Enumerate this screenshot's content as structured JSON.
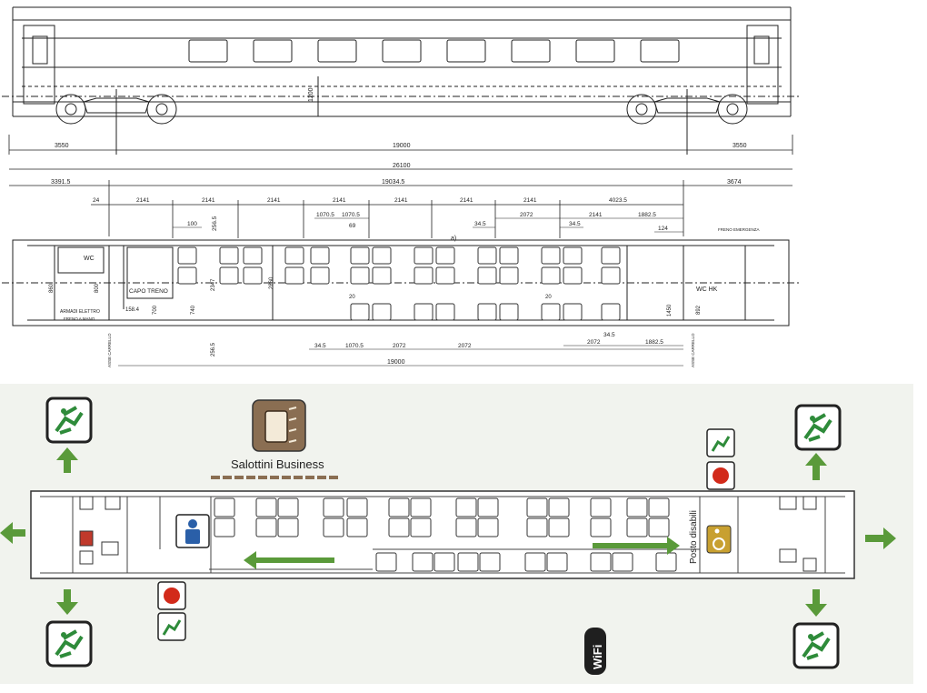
{
  "technical_drawing": {
    "side_view": {
      "height_label": "1200"
    },
    "dims_row1": [
      "3550",
      "19000",
      "3550"
    ],
    "overall_length": "26100",
    "dims_row2": [
      "3391.5",
      "19034.5",
      "3674"
    ],
    "dims_row3": [
      "24",
      "2141",
      "2141",
      "2141",
      "2141",
      "2141",
      "2141",
      "2141",
      "4023.5"
    ],
    "dims_row4": [
      "100",
      "256.5",
      "1070.5",
      "1070.5",
      "69",
      "34.5",
      "2072",
      "2141",
      "1882.5",
      "34.5",
      "124"
    ],
    "plan_labels": {
      "wc": "WC",
      "capo_treno": "CAPO TRENO",
      "armadi": "ARMADI ELETTRO",
      "freno": "FRENO A MANO",
      "wc_hk": "WC HK",
      "freno_emergenza": "FRENO EMERGENZA",
      "asse_left": "ASSE CARRELLO",
      "asse_right": "ASSE CARRELLO",
      "a_mark": "a)"
    },
    "plan_dims": [
      "860",
      "800",
      "158.4",
      "700",
      "740",
      "2347",
      "2860",
      "20",
      "20",
      "1450",
      "892",
      "256.5"
    ],
    "dims_bottom": [
      "34.5",
      "1070.5",
      "2072",
      "2072",
      "2072",
      "34.5",
      "1882.5"
    ],
    "bottom_total": "19000"
  },
  "passenger_plan": {
    "business_label": "Salottini Business",
    "posto_disabili": "Posto disabili",
    "wifi_label": "WiFi",
    "colors": {
      "arrow_green": "#5a9a3a",
      "alarm_red": "#d22a1a",
      "icon_brown": "#8a6e52",
      "exit_green": "#2e8b3a",
      "background": "#f1f3ee"
    }
  }
}
